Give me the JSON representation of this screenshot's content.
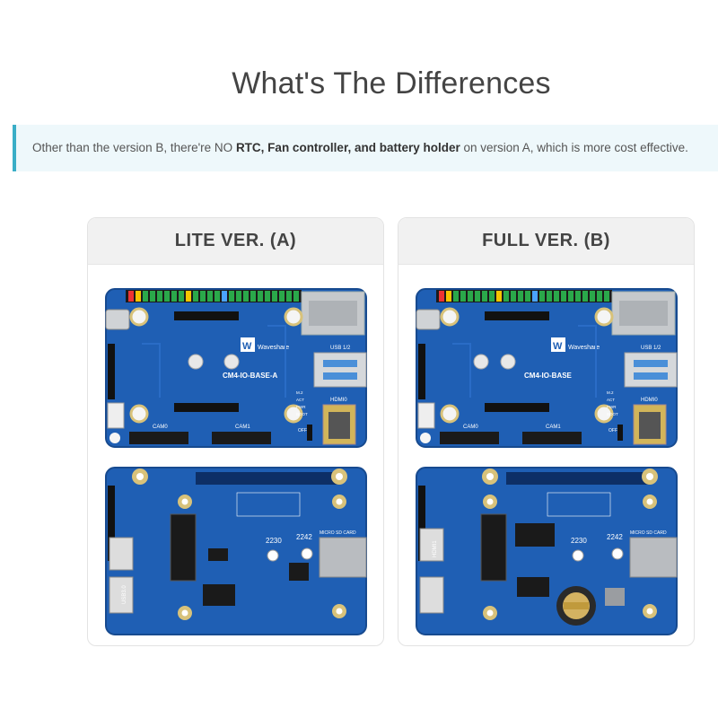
{
  "page": {
    "title": "What's The Differences"
  },
  "notice": {
    "prefix": "Other than the version B, there're NO ",
    "bold": "RTC, Fan controller, and battery holder",
    "suffix": " on version A, which is more cost effective."
  },
  "cards": [
    {
      "title": "LITE VER. (A)",
      "board_name": "CM4-IO-BASE-A",
      "brand": "Waveshare",
      "labels": {
        "usb": "USB 1/2",
        "hdmi": "HDMI0",
        "cam0": "CAM0",
        "cam1": "CAM1",
        "size1": "2230",
        "size2": "2242",
        "sdcard": "MICRO SD CARD",
        "usb3": "USB3.0",
        "off": "OFF",
        "led1": "M.2",
        "led2": "ACT",
        "led3": "PWR",
        "led4": "BOOT"
      }
    },
    {
      "title": "FULL VER. (B)",
      "board_name": "CM4-IO-BASE",
      "brand": "Waveshare",
      "labels": {
        "usb": "USB 1/2",
        "hdmi": "HDMI0",
        "cam0": "CAM0",
        "cam1": "CAM1",
        "size1": "2230",
        "size2": "2242",
        "sdcard": "MICRO SD CARD",
        "hdmi1": "HDMI1",
        "off": "OFF",
        "led1": "M.2",
        "led2": "ACT",
        "led3": "PWR",
        "led4": "BOOT"
      }
    }
  ],
  "colors": {
    "board_blue": "#1f5fb4",
    "board_dark": "#184c95",
    "accent": "#3aaec7",
    "gold": "#c9a84a",
    "silver": "#c9cdd2"
  }
}
